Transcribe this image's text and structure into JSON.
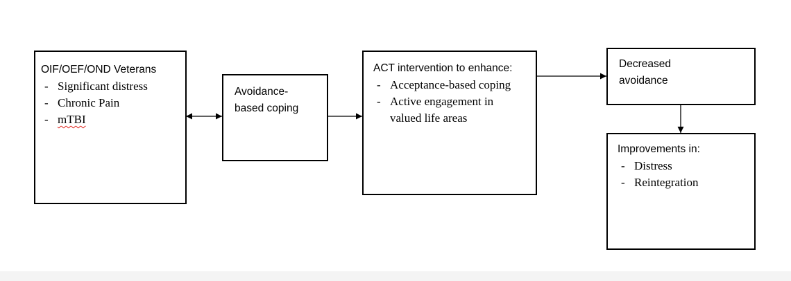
{
  "diagram": {
    "veterans_box": {
      "title": "OIF/OEF/OND Veterans",
      "items": [
        "Significant distress",
        "Chronic Pain",
        "mTBI"
      ]
    },
    "avoidance_box": {
      "line1": "Avoidance-",
      "line2": "based coping"
    },
    "act_box": {
      "title": "ACT intervention to enhance:",
      "items": [
        "Acceptance-based coping",
        "Active engagement in",
        "valued life areas"
      ]
    },
    "decreased_box": {
      "line1": "Decreased",
      "line2": "avoidance"
    },
    "improvements_box": {
      "title": "Improvements in:",
      "items": [
        "Distress",
        "Reintegration"
      ]
    }
  }
}
